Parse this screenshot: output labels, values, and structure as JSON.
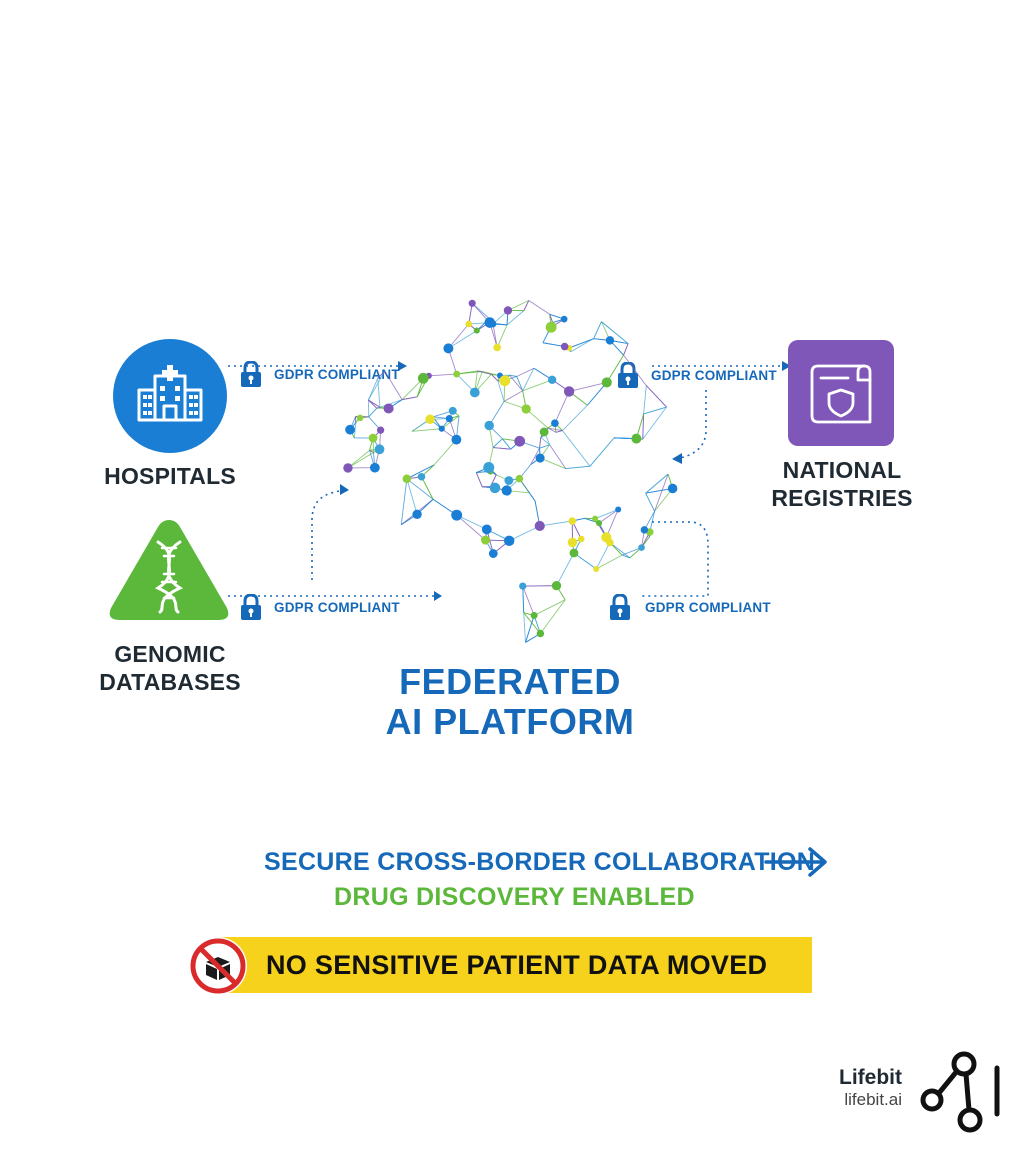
{
  "sources": {
    "hospitals": {
      "label": "HOSPITALS",
      "icon": "hospital-icon",
      "color": "#1a7fd4"
    },
    "genomic": {
      "label_line1": "GENOMIC",
      "label_line2": "DATABASES",
      "icon": "dna-icon",
      "color": "#5cb83a"
    },
    "registries": {
      "label_line1": "NATIONAL",
      "label_line2": "REGISTRIES",
      "icon": "scroll-shield-icon",
      "color": "#7e57b8"
    }
  },
  "connections": {
    "hospitals_badge": "GDPR COMPLIANT",
    "genomic_badge": "GDPR COMPLIANT",
    "registries_badge": "GDPR COMPLIANT",
    "bottom_right_badge": "GDPR COMPLIANT"
  },
  "platform": {
    "line1": "FEDERATED",
    "line2": "AI PLATFORM",
    "icon": "brain-network-icon"
  },
  "outcomes": {
    "line1": "SECURE CROSS-BORDER COLLABORATION",
    "line2": "DRUG DISCOVERY ENABLED"
  },
  "banner": {
    "text": "NO SENSITIVE PATIENT DATA MOVED",
    "icon": "no-data-movement-icon",
    "color": "#f6d21c"
  },
  "brand": {
    "name": "Lifebit",
    "url": "lifebit.ai",
    "icon": "lifebit-logo-icon"
  },
  "colors": {
    "primary_blue": "#1668b8",
    "green": "#5cb83a",
    "purple": "#7e57b8",
    "yellow": "#f6d21c"
  }
}
